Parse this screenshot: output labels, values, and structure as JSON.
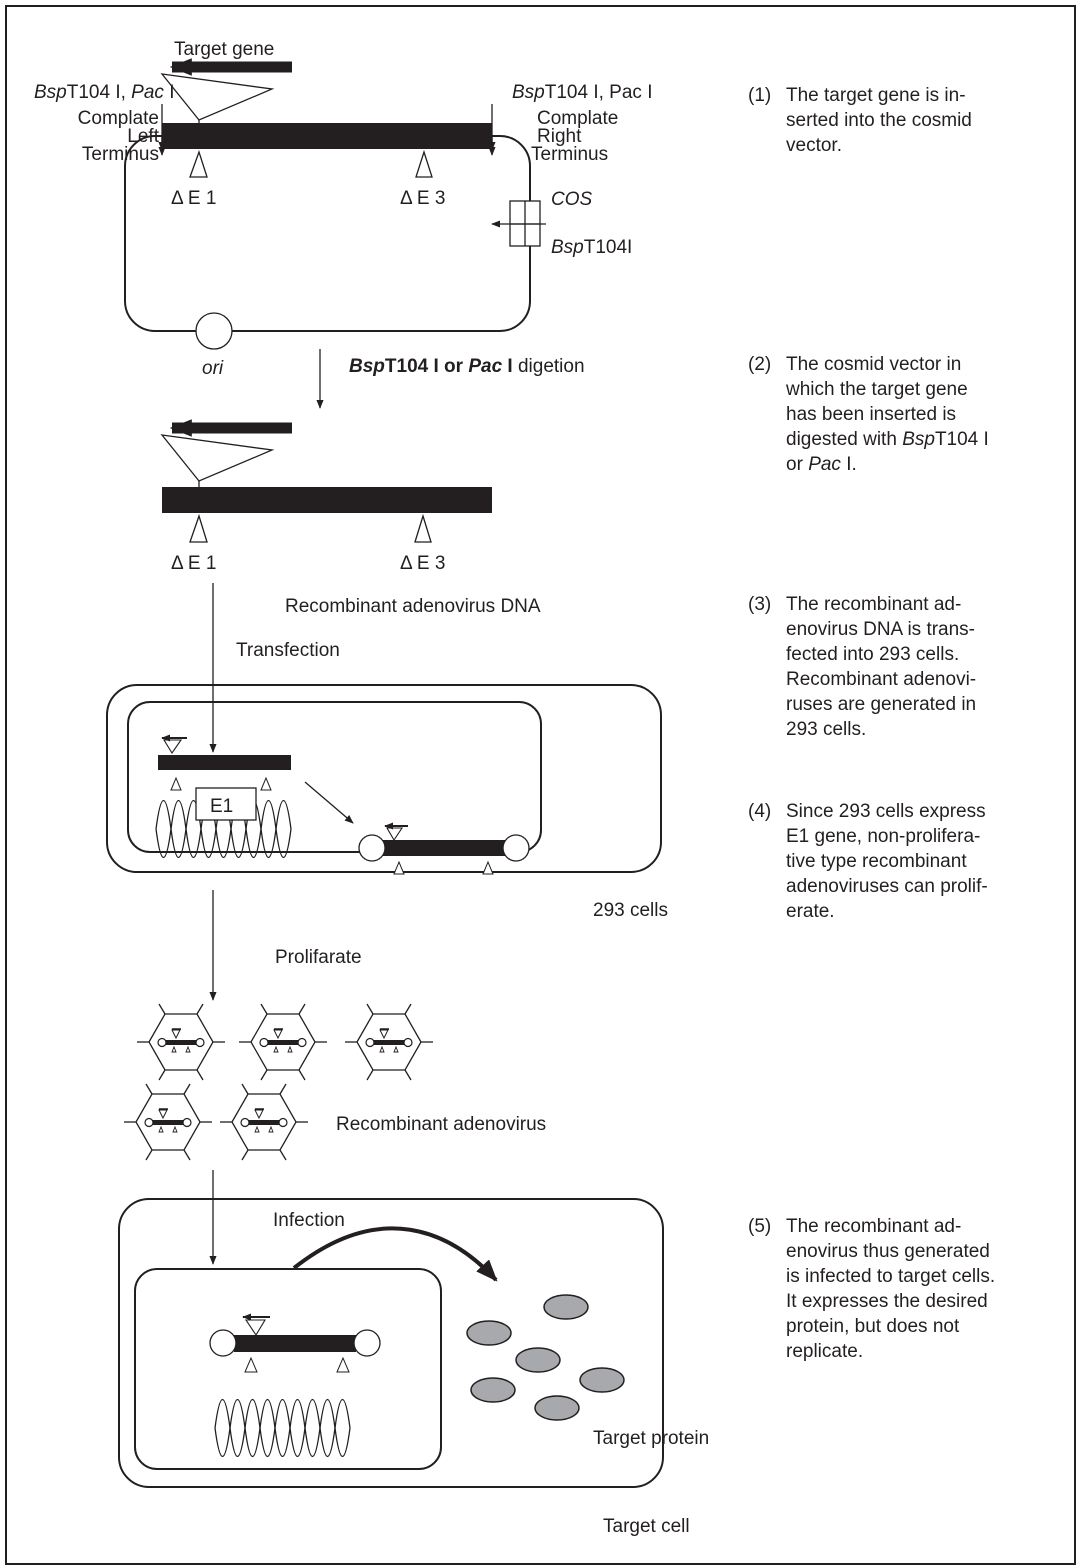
{
  "labels": {
    "target_gene": "Target gene",
    "left_site_enzyme_a": "Bsp",
    "left_site_enzyme_b": "T104 I, ",
    "left_site_enzyme_c": "Pac",
    "left_site_enzyme_d": " I",
    "right_site_enzyme_a": "Bsp",
    "right_site_enzyme_b": "T104 I, Pac I",
    "left_term_1": "Complate",
    "left_term_2": "Left",
    "left_term_3": "Terminus",
    "right_term_1": "Complate",
    "right_term_2": "Right",
    "right_term_3": "Terminus",
    "delta_e1": "Δ E 1",
    "delta_e3": "Δ E 3",
    "cos": "COS",
    "bsp_site_a": "Bsp",
    "bsp_site_b": "T104I",
    "ori": "ori",
    "digestion_a": "Bsp",
    "digestion_b": "T104 I or ",
    "digestion_c": "Pac",
    "digestion_d": " I",
    "digestion_e": " digetion",
    "recombinant_dna": "Recombinant adenovirus DNA",
    "transfection": "Transfection",
    "e1": "E1",
    "cells_293": "293 cells",
    "proliferate": "Prolifarate",
    "recombinant_adenovirus": "Recombinant adenovirus",
    "infection": "Infection",
    "target_protein": "Target protein",
    "target_cell": "Target cell"
  },
  "steps": [
    {
      "num": "(1)",
      "lines": [
        "The target gene is in-",
        "serted into the cosmid",
        "vector."
      ]
    },
    {
      "num": "(2)",
      "lines": [
        "The cosmid vector in",
        "which the target gene",
        "has been inserted is"
      ],
      "line4_a": "digested with ",
      "line4_b": "Bsp",
      "line4_c": "T104 I",
      "line5_a": "or ",
      "line5_b": "Pac",
      "line5_c": " I."
    },
    {
      "num": "(3)",
      "lines": [
        "The recombinant ad-",
        "enovirus DNA is trans-",
        "fected into 293 cells.",
        "Recombinant adenovi-",
        "ruses are generated in",
        "293 cells."
      ]
    },
    {
      "num": "(4)",
      "lines": [
        "Since 293 cells express",
        "E1 gene, non-prolifera-",
        "tive type recombinant",
        "adenoviruses can prolif-",
        "erate."
      ]
    },
    {
      "num": "(5)",
      "lines": [
        "The recombinant ad-",
        "enovirus thus generated",
        "is infected to target cells.",
        "It expresses the desired",
        "protein, but does not",
        "replicate."
      ]
    }
  ],
  "colors": {
    "ink": "#231f20",
    "protein_fill": "#a7a9ac"
  }
}
